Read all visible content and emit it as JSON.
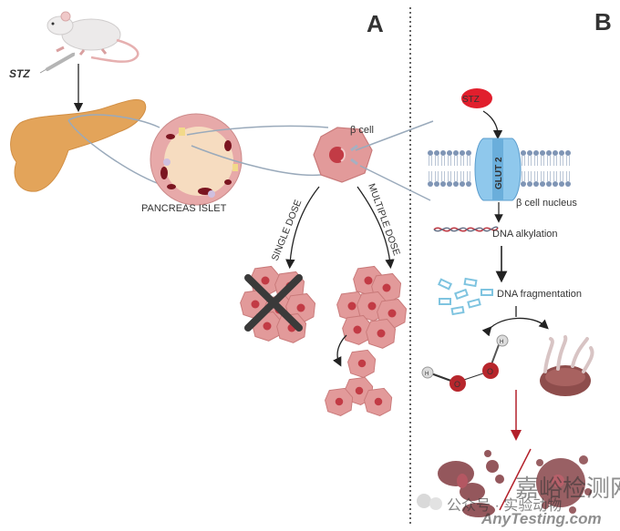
{
  "panels": {
    "a": {
      "label": "A"
    },
    "b": {
      "label": "B"
    }
  },
  "panel_a": {
    "stz_label": "STZ",
    "islet_label": "PANCREAS ISLET",
    "beta_cell_label": "β cell",
    "single_dose_label": "SINGLE DOSE",
    "multiple_dose_label": "MULTIPLE DOSE"
  },
  "panel_b": {
    "stz_label": "STZ",
    "transporter_label": "GLUT 2",
    "nucleus_label": "β cell nucleus",
    "alkylation_label": "DNA alkylation",
    "fragmentation_label": "DNA fragmentation",
    "h_label": "H",
    "o_label": "O"
  },
  "colors": {
    "stz_red": "#c0172f",
    "stz_blob": "#e11f2d",
    "cell_pink": "#dc8e8e",
    "nucleus_red": "#c23b45",
    "pancreas": "#e3a45a",
    "membrane": "#7f95b5",
    "glut": "#7fbde6",
    "cross": "#3a3a3a",
    "death_arrow": "#b3202a"
  },
  "watermark": {
    "line1": "公众号 · 实验动物",
    "line2": "嘉峪检测网",
    "line3": "AnyTesting.com"
  }
}
